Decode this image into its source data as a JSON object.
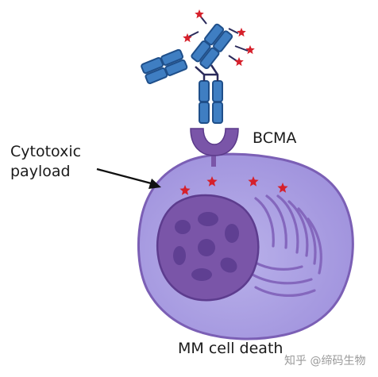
{
  "labels": {
    "payload": "Cytotoxic\npayload",
    "receptor": "BCMA",
    "outcome": "MM cell death"
  },
  "watermark": "知乎 @缔码生物",
  "colors": {
    "antibody_fill": "#3f7ec2",
    "antibody_stroke": "#1f4f8a",
    "payload": "#d6202b",
    "receptor": "#7a55a8",
    "cell_fill": "#a99ce0",
    "cell_stroke": "#7b5fb5",
    "nucleus": "#7a55a8",
    "arrow": "#111111"
  }
}
